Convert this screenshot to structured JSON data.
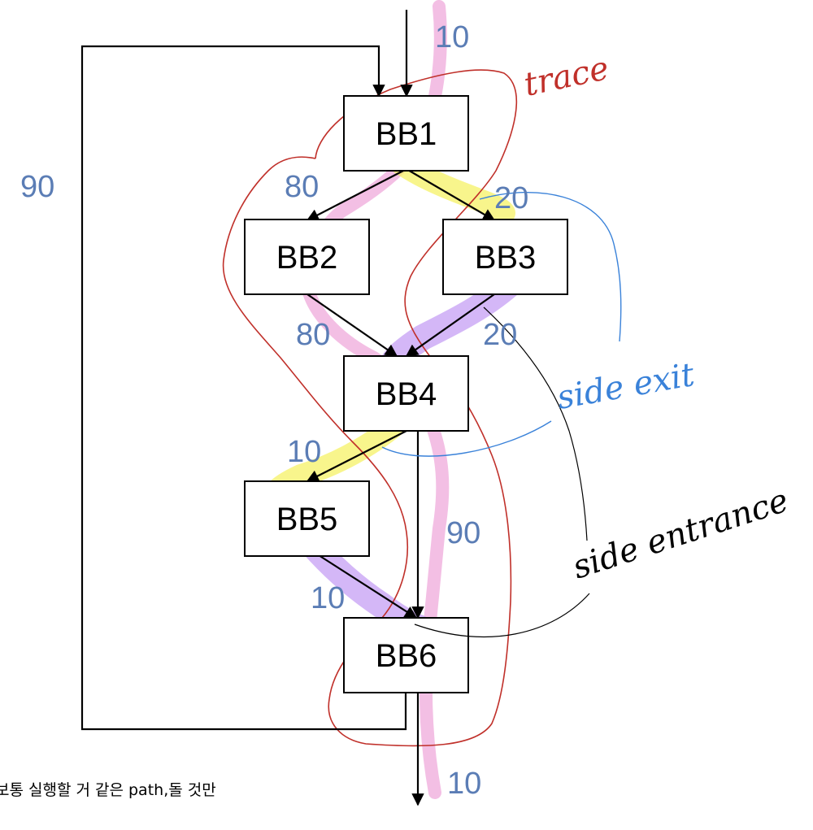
{
  "colors": {
    "edge_label": "#5b7db5",
    "trace_outline": "#c0302a",
    "side_exit": "#3a82d9",
    "side_entrance": "#000000",
    "pink_path": "#f1b4df",
    "yellow_highlight": "#f5f266",
    "purple_highlight": "#c9a5f5"
  },
  "blocks": [
    {
      "id": "BB1",
      "label": "BB1"
    },
    {
      "id": "BB2",
      "label": "BB2"
    },
    {
      "id": "BB3",
      "label": "BB3"
    },
    {
      "id": "BB4",
      "label": "BB4"
    },
    {
      "id": "BB5",
      "label": "BB5"
    },
    {
      "id": "BB6",
      "label": "BB6"
    }
  ],
  "edge_labels": {
    "entry": "10",
    "loop_back": "90",
    "bb1_bb2": "80",
    "bb1_bb3": "20",
    "bb2_bb4": "80",
    "bb3_bb4": "20",
    "bb4_bb5": "10",
    "bb4_bb6": "90",
    "bb5_bb6": "10",
    "exit": "10"
  },
  "annotations": {
    "trace": "trace",
    "side_exit": "side exit",
    "side_entrance": "side entrance"
  },
  "note": "보통 실행할 거 같은 path,돌 것만"
}
